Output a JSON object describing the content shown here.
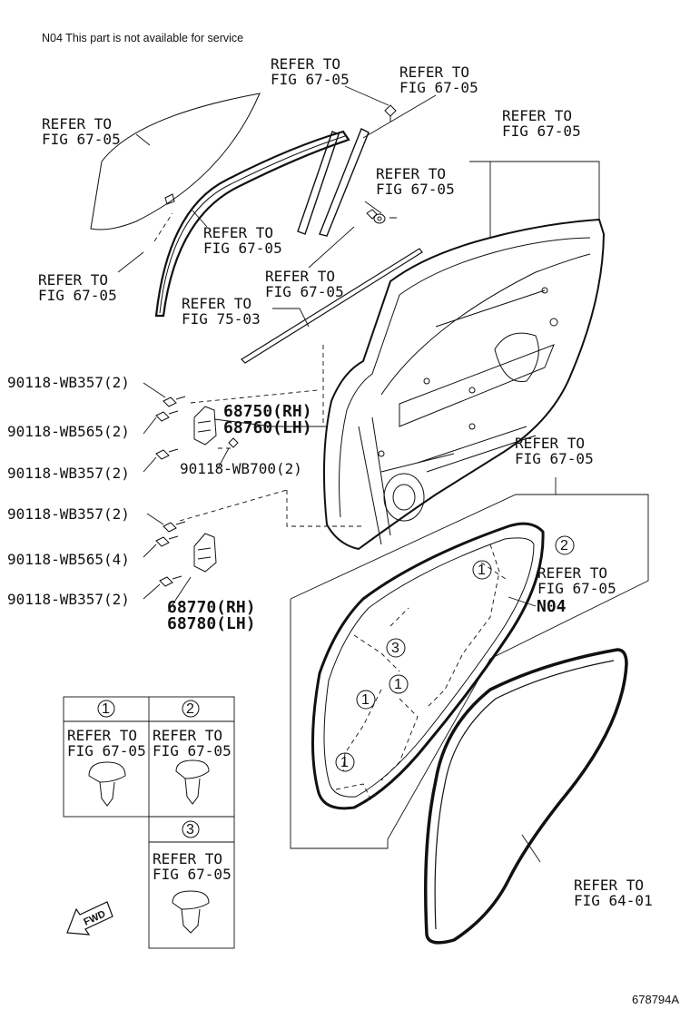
{
  "note": "N04 This part is not available for service",
  "refs": {
    "r1": {
      "line1": "REFER TO",
      "line2": "FIG 67-05"
    },
    "r2": {
      "line1": "REFER TO",
      "line2": "FIG 67-05"
    },
    "r3": {
      "line1": "REFER TO",
      "line2": "FIG 67-05"
    },
    "r4": {
      "line1": "REFER TO",
      "line2": "FIG 67-05"
    },
    "r5": {
      "line1": "REFER TO",
      "line2": "FIG 67-05"
    },
    "r6": {
      "line1": "REFER TO",
      "line2": "FIG 67-05"
    },
    "r7": {
      "line1": "REFER TO",
      "line2": "FIG 67-05"
    },
    "r8": {
      "line1": "REFER TO",
      "line2": "FIG 67-05"
    },
    "r9": {
      "line1": "REFER TO",
      "line2": "FIG 75-03"
    },
    "r10": {
      "line1": "REFER TO",
      "line2": "FIG 67-05"
    },
    "r11": {
      "line1": "REFER TO",
      "line2": "FIG 67-05"
    },
    "r12": {
      "line1": "REFER TO",
      "line2": "FIG 64-01"
    }
  },
  "parts": {
    "p1": "90118-WB357(2)",
    "p2": "90118-WB565(2)",
    "p3": "90118-WB357(2)",
    "p4": "90118-WB700(2)",
    "p5": "90118-WB357(2)",
    "p6": "90118-WB565(4)",
    "p7": "90118-WB357(2)",
    "hinge_upper_rh": "68750(RH)",
    "hinge_upper_lh": "68760(LH)",
    "hinge_lower_rh": "68770(RH)",
    "hinge_lower_lh": "68780(LH)"
  },
  "n04": "N04",
  "circles": {
    "c1": "1",
    "c2": "2",
    "c3": "3"
  },
  "legend": {
    "item1": {
      "num": "1",
      "line1": "REFER TO",
      "line2": "FIG 67-05"
    },
    "item2": {
      "num": "2",
      "line1": "REFER TO",
      "line2": "FIG 67-05"
    },
    "item3": {
      "num": "3",
      "line1": "REFER TO",
      "line2": "FIG 67-05"
    }
  },
  "fwd": "FWD",
  "code": "678794A"
}
